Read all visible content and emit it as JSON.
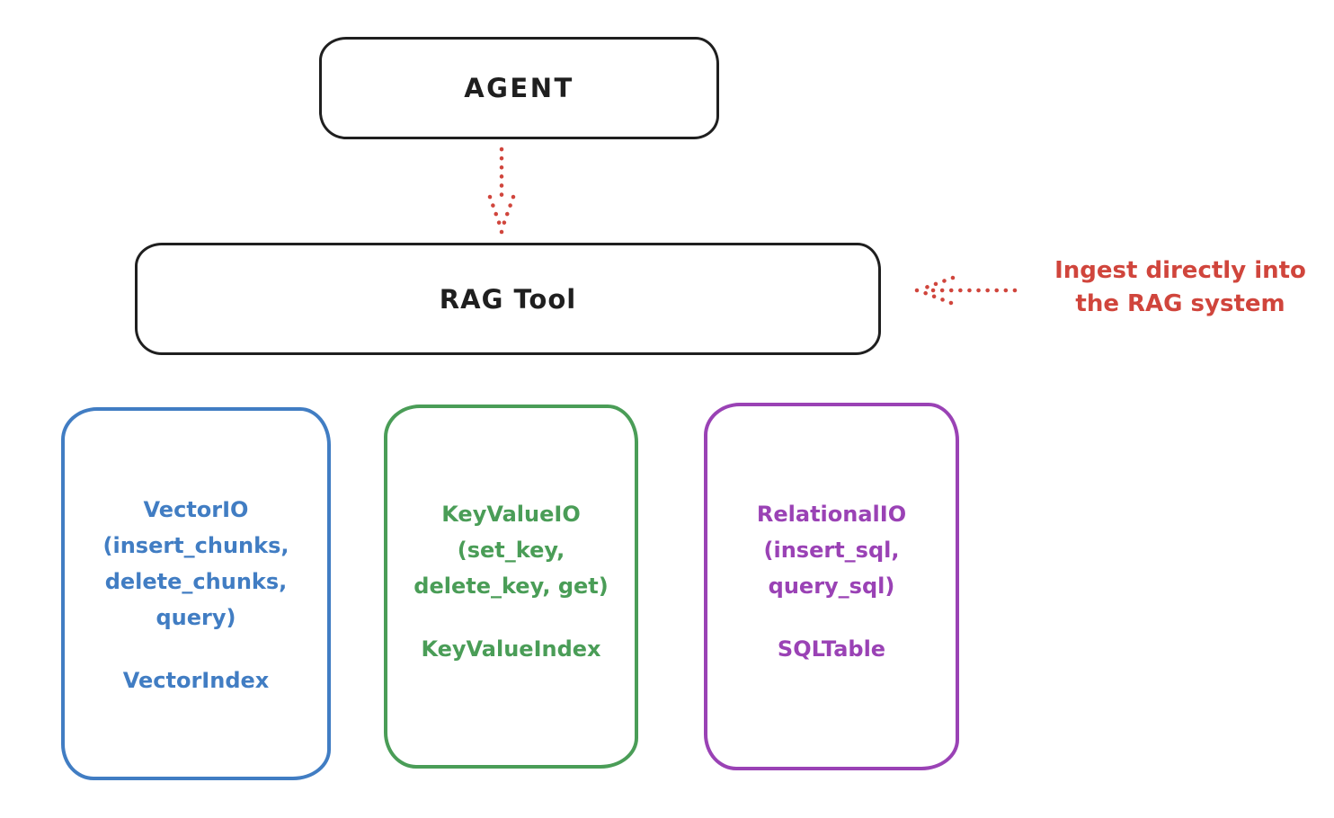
{
  "colors": {
    "background": "#ffffff",
    "stroke": "#1f1f1f",
    "red": "#d0453c",
    "blue": "#417dc3",
    "green": "#4a9d57",
    "purple": "#9a42b5"
  },
  "nodes": {
    "agent": {
      "label": "AGENT"
    },
    "rag_tool": {
      "label": "RAG Tool"
    },
    "vector_io": {
      "lines": [
        "VectorIO",
        "(insert_chunks,",
        "delete_chunks,",
        "query)"
      ],
      "index_label": "VectorIndex",
      "color": "#417dc3"
    },
    "key_value_io": {
      "lines": [
        "KeyValueIO",
        "(set_key,",
        "delete_key, get)"
      ],
      "index_label": "KeyValueIndex",
      "color": "#4a9d57"
    },
    "relational_io": {
      "lines": [
        "RelationalIO",
        "(insert_sql,",
        "query_sql)"
      ],
      "index_label": "SQLTable",
      "color": "#9a42b5"
    }
  },
  "annotation": {
    "line1": "Ingest directly into",
    "line2": "the RAG system",
    "color": "#d0453c"
  },
  "arrows": {
    "agent_to_rag": {
      "style": "dotted",
      "direction": "down",
      "color": "#d0453c"
    },
    "ingest_to_rag": {
      "style": "dotted",
      "direction": "left",
      "color": "#d0453c"
    }
  }
}
